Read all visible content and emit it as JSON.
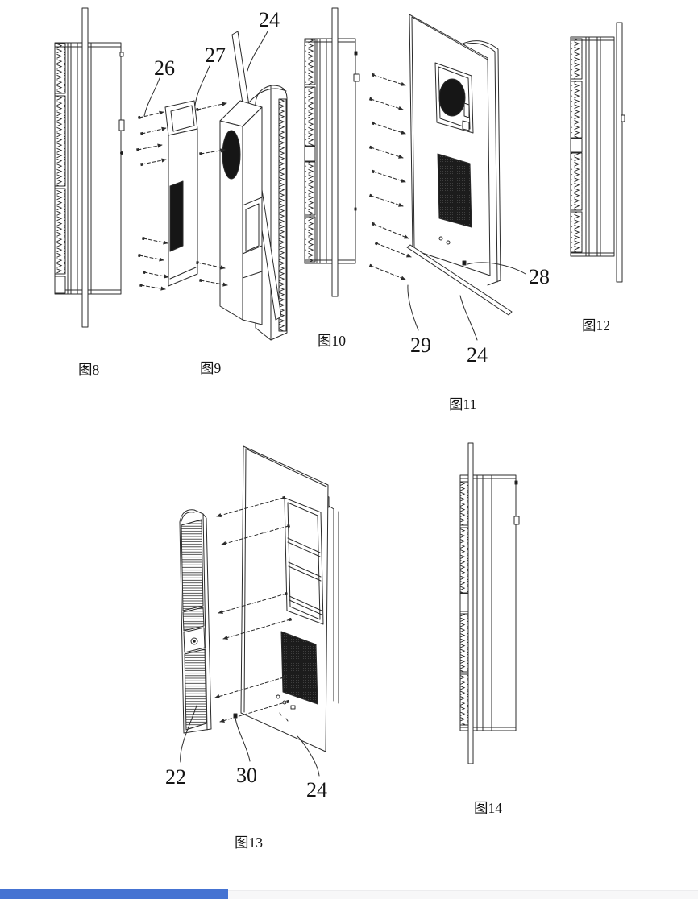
{
  "document": {
    "type_label": "patent-figures-page",
    "background": "#ffffff",
    "line_color": "#2b2b2b",
    "footer": {
      "strip_color": "#f7f7f8",
      "bar_color": "#4573d2"
    }
  },
  "figures": [
    {
      "id": "fig8",
      "caption": "图8",
      "labels": []
    },
    {
      "id": "fig9",
      "caption": "图9",
      "labels": [
        {
          "text": "26"
        },
        {
          "text": "27"
        },
        {
          "text": "24"
        }
      ]
    },
    {
      "id": "fig10",
      "caption": "图10",
      "labels": []
    },
    {
      "id": "fig11",
      "caption": "图11",
      "labels": [
        {
          "text": "28"
        },
        {
          "text": "29"
        },
        {
          "text": "24"
        }
      ]
    },
    {
      "id": "fig12",
      "caption": "图12",
      "labels": []
    },
    {
      "id": "fig13",
      "caption": "图13",
      "labels": [
        {
          "text": "22"
        },
        {
          "text": "30"
        },
        {
          "text": "24"
        }
      ]
    },
    {
      "id": "fig14",
      "caption": "图14",
      "labels": []
    }
  ]
}
